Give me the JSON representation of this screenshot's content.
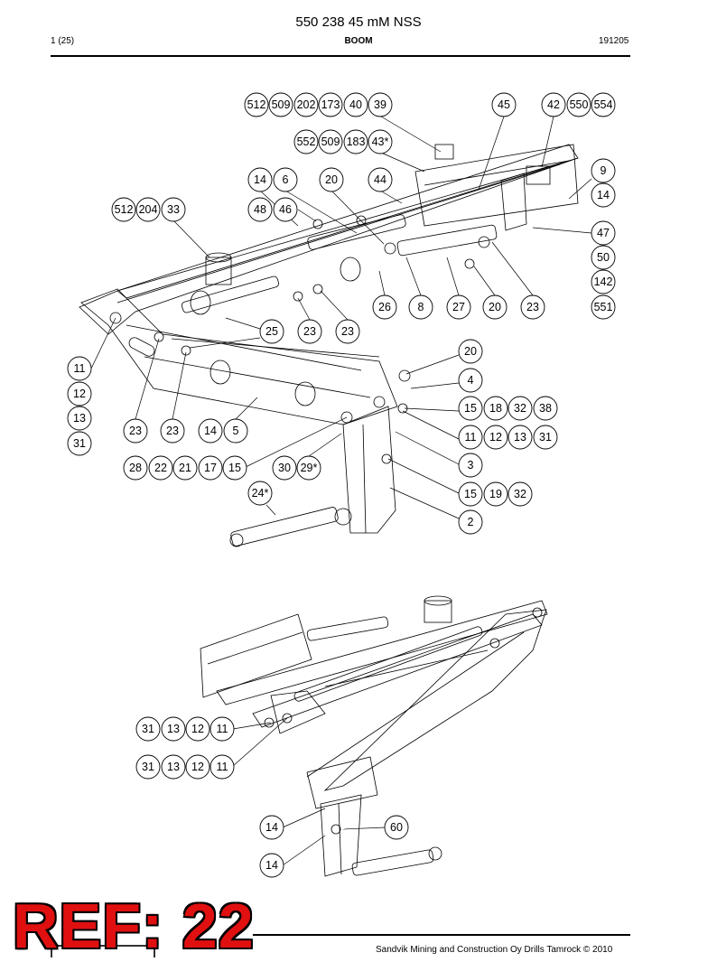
{
  "header": {
    "title": "550 238 45 mM NSS",
    "page": "1 (25)",
    "section": "BOOM",
    "date": "191205"
  },
  "footer": {
    "copyright": "Sandvik Mining and Construction Oy Drills Tamrock © 2010"
  },
  "stamp": "REF: 22",
  "callouts": [
    "512",
    "509",
    "202",
    "173",
    "40",
    "39",
    "45",
    "42",
    "550",
    "554",
    "552",
    "509",
    "183",
    "43*",
    "14",
    "6",
    "20",
    "44",
    "9",
    "14",
    "512",
    "204",
    "33",
    "48",
    "46",
    "47",
    "50",
    "142",
    "551",
    "26",
    "8",
    "27",
    "20",
    "23",
    "25",
    "23",
    "23",
    "11",
    "12",
    "13",
    "31",
    "20",
    "4",
    "15",
    "18",
    "32",
    "38",
    "23",
    "23",
    "14",
    "5",
    "11",
    "12",
    "13",
    "31",
    "3",
    "28",
    "22",
    "21",
    "17",
    "15",
    "30",
    "29*",
    "15",
    "19",
    "32",
    "24*",
    "2",
    "31",
    "13",
    "12",
    "11",
    "31",
    "13",
    "12",
    "11",
    "14",
    "60",
    "14"
  ]
}
